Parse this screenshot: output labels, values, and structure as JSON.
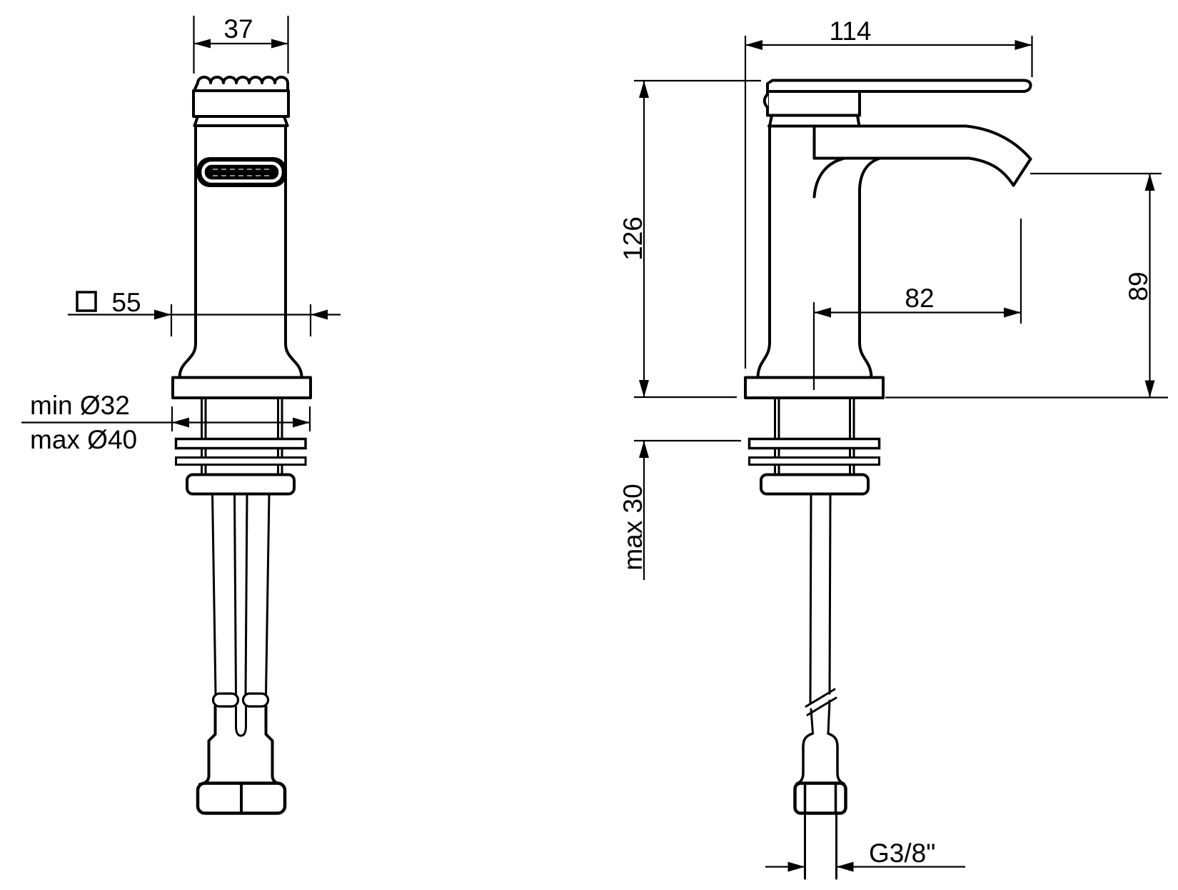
{
  "drawing": {
    "type": "technical-dimension-drawing",
    "subject": "single-lever basin mixer tap, front and side views",
    "colors": {
      "line": "#000000",
      "background": "#ffffff"
    },
    "front_view": {
      "handle_width": "37",
      "body_square_width": "55",
      "hole_min": "min Ø32",
      "hole_max": "max Ø40"
    },
    "side_view": {
      "overall_depth": "114",
      "total_height": "126",
      "spout_reach": "82",
      "outlet_height": "89",
      "deck_thickness": "max 30",
      "thread": "G3/8\""
    }
  }
}
